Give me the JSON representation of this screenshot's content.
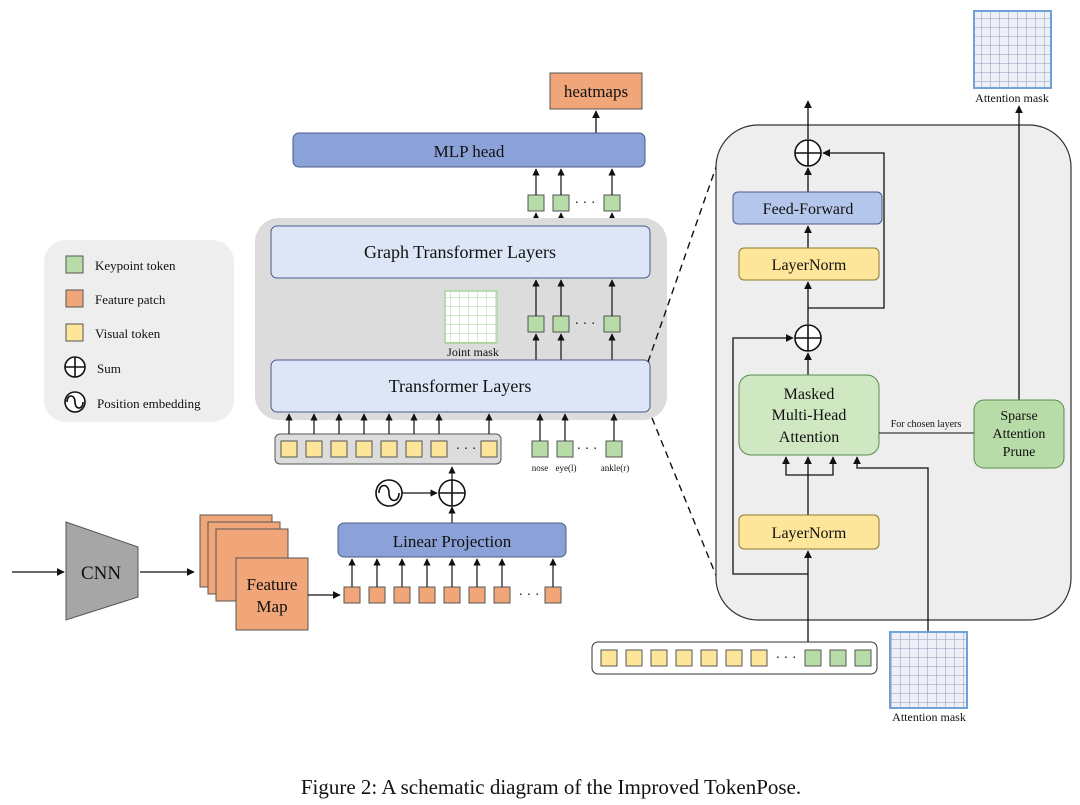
{
  "legend": {
    "keypoint": "Keypoint token",
    "feature_patch": "Feature patch",
    "visual": "Visual token",
    "sum": "Sum",
    "pos": "Position embedding"
  },
  "left": {
    "heatmaps": "heatmaps",
    "mlp_head": "MLP head",
    "graph_layers": "Graph Transformer Layers",
    "joint_mask": "Joint mask",
    "transformer_layers": "Transformer Layers",
    "linear_projection": "Linear Projection",
    "cnn": "CNN",
    "feature_map_1": "Feature",
    "feature_map_2": "Map",
    "nose": "nose",
    "eye": "eye(l)",
    "ankle": "ankle(r)",
    "dots": "· · ·"
  },
  "right": {
    "attention_mask_top": "Attention mask",
    "feed_forward": "Feed-Forward",
    "layernorm_top": "LayerNorm",
    "mha_1": "Masked",
    "mha_2": "Multi-Head",
    "mha_3": "Attention",
    "for_chosen": "For chosen layers",
    "sap_1": "Sparse",
    "sap_2": "Attention",
    "sap_3": "Prune",
    "layernorm_bottom": "LayerNorm",
    "attention_mask_bottom": "Attention mask"
  },
  "caption": "Figure 2:  A schematic diagram of the Improved TokenPose.",
  "colors": {
    "blue": "#8aa2d8",
    "lightblue": "#dde6f6",
    "orange": "#f0a678",
    "yellow": "#fde59a",
    "green": "#b7dca8",
    "gray": "#d9d9d9"
  }
}
